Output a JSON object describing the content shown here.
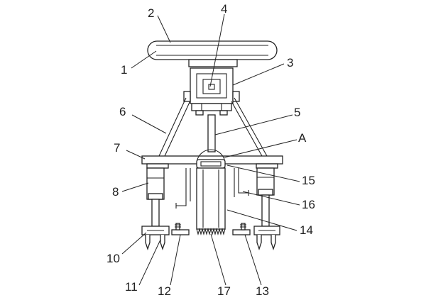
{
  "labels": {
    "l1": "1",
    "l2": "2",
    "l3": "3",
    "l4": "4",
    "l5": "5",
    "l6": "6",
    "l7": "7",
    "l8": "8",
    "l10": "10",
    "l11": "11",
    "l12": "12",
    "l13": "13",
    "l14": "14",
    "l15": "15",
    "l16": "16",
    "l17": "17",
    "lA": "A"
  },
  "colors": {
    "line": "#222222",
    "background": "#ffffff"
  }
}
